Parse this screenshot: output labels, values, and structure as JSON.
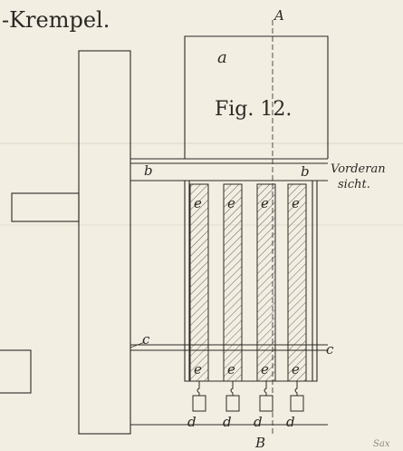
{
  "header": {
    "title": "-Krempel."
  },
  "figure": {
    "label": "Fig. 12."
  },
  "view": {
    "line1": "Vorderan",
    "line2": "sicht."
  },
  "letters": {
    "A": "A",
    "B": "B",
    "a": "a",
    "b": "b",
    "c": "c",
    "d": "d",
    "e": "e"
  },
  "engraver_mark": "Sax",
  "colors": {
    "paper": "#f3eee2",
    "ink": "#2b2925"
  }
}
